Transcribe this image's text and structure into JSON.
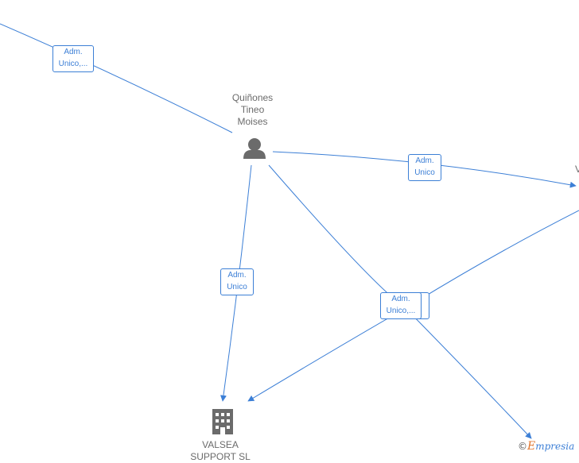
{
  "nodes": {
    "person": {
      "label": "Quiñones\nTineo\nMoises",
      "icon": "person-icon"
    },
    "company": {
      "label": "VALSEA\nSUPPORT SL",
      "icon": "building-icon"
    },
    "right_partial": {
      "label": "V"
    }
  },
  "edges": [
    {
      "id": "edge-top-left",
      "label": "Adm.\nUnico,..."
    },
    {
      "id": "edge-right",
      "label": "Adm.\nUnico"
    },
    {
      "id": "edge-company",
      "label": "Adm.\nUnico"
    },
    {
      "id": "edge-center-back",
      "label": ""
    },
    {
      "id": "edge-center",
      "label": "Adm.\nUnico,..."
    }
  ],
  "brand": {
    "copyright": "©",
    "first_letter": "E",
    "rest": "mpresia"
  },
  "colors": {
    "edge": "#3c7fd6",
    "node": "#6b6b6b",
    "accent": "#e0752d"
  }
}
